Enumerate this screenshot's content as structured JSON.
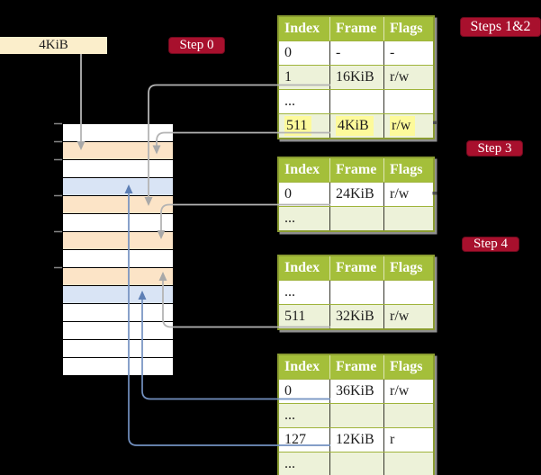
{
  "figure": {
    "description": "Multi-level page table walk diagram",
    "page_size_label": "4KiB"
  },
  "badges": {
    "step0": {
      "label": "Step 0"
    },
    "steps12": {
      "label": "Steps 1&2"
    },
    "step3": {
      "label": "Step 3"
    },
    "step4": {
      "label": "Step 4"
    }
  },
  "tables": [
    {
      "name": "page-table-level-1",
      "headers": [
        "Index",
        "Frame",
        "Flags"
      ],
      "rows": [
        {
          "cells": [
            "0",
            "-",
            "-"
          ],
          "shade": "white",
          "highlight": false
        },
        {
          "cells": [
            "1",
            "16KiB",
            "r/w"
          ],
          "shade": "green",
          "highlight": false
        },
        {
          "cells": [
            "...",
            "",
            ""
          ],
          "shade": "white",
          "highlight": false
        },
        {
          "cells": [
            "511",
            "4KiB",
            "r/w"
          ],
          "shade": "green",
          "highlight": true
        }
      ]
    },
    {
      "name": "page-table-level-2",
      "headers": [
        "Index",
        "Frame",
        "Flags"
      ],
      "rows": [
        {
          "cells": [
            "0",
            "24KiB",
            "r/w"
          ],
          "shade": "white",
          "highlight": false
        },
        {
          "cells": [
            "...",
            "",
            ""
          ],
          "shade": "green",
          "highlight": false
        }
      ]
    },
    {
      "name": "page-table-level-3",
      "headers": [
        "Index",
        "Frame",
        "Flags"
      ],
      "rows": [
        {
          "cells": [
            "...",
            "",
            ""
          ],
          "shade": "white",
          "highlight": false
        },
        {
          "cells": [
            "511",
            "32KiB",
            "r/w"
          ],
          "shade": "green",
          "highlight": false
        }
      ]
    },
    {
      "name": "page-table-level-4",
      "headers": [
        "Index",
        "Frame",
        "Flags"
      ],
      "rows": [
        {
          "cells": [
            "0",
            "36KiB",
            "r/w"
          ],
          "shade": "white",
          "highlight": false
        },
        {
          "cells": [
            "...",
            "",
            ""
          ],
          "shade": "green",
          "highlight": false
        },
        {
          "cells": [
            "127",
            "12KiB",
            "r"
          ],
          "shade": "white",
          "highlight": false
        },
        {
          "cells": [
            "...",
            "",
            ""
          ],
          "shade": "green",
          "highlight": false
        }
      ]
    }
  ],
  "memory": {
    "rows": [
      {
        "type": "white"
      },
      {
        "type": "orange"
      },
      {
        "type": "white"
      },
      {
        "type": "blue"
      },
      {
        "type": "orange"
      },
      {
        "type": "white"
      },
      {
        "type": "orange"
      },
      {
        "type": "white"
      },
      {
        "type": "orange"
      },
      {
        "type": "blue"
      },
      {
        "type": "white"
      },
      {
        "type": "white"
      },
      {
        "type": "white"
      },
      {
        "type": "white"
      }
    ]
  },
  "colors": {
    "background": "#000000",
    "legend_box_bg": "#fbeecb",
    "badge_bg": "#a8102d",
    "badge_border": "#6f0a1e",
    "badge_text": "#ffffff",
    "table_header_bg": "#a4bf3a",
    "table_border": "#8a9c31",
    "row_separator": "#9fb43b",
    "row_green": "#edf2d9",
    "row_white": "#ffffff",
    "highlight_yellow": "#fdfa9b",
    "memory_orange": "#fce4c7",
    "memory_blue": "#d9e4f5",
    "connector_gray": "#b4b4b4",
    "connector_blue": "#7391c1",
    "arrow_gray": "#a9a9a9",
    "arrow_blue": "#5d7fb5"
  }
}
